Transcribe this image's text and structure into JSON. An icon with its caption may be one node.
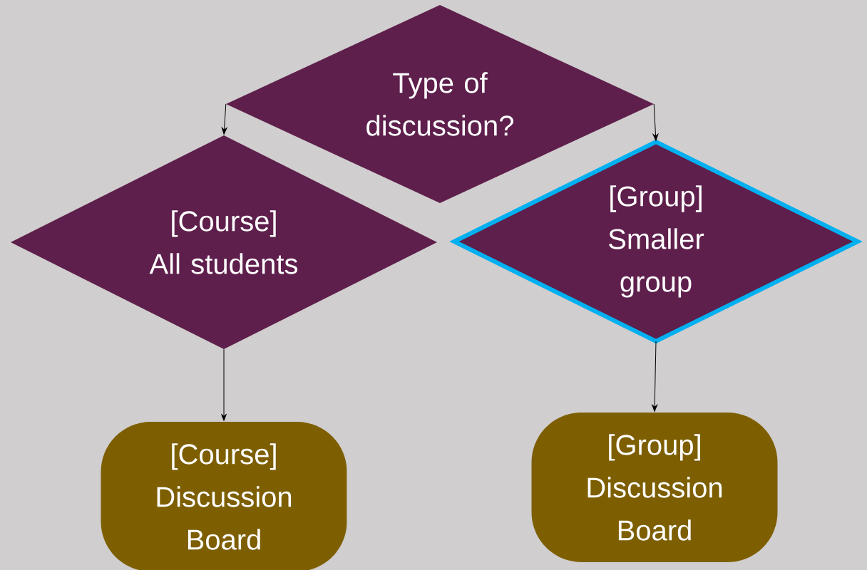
{
  "diagram": {
    "nodes": [
      {
        "text": [
          "Type of discussion?"
        ]
      },
      {
        "text": [
          "[Course]",
          "All students"
        ]
      },
      {
        "text": [
          "[Group]",
          "Smaller group"
        ]
      },
      {
        "text": [
          "[Course]",
          "Discussion Board"
        ]
      },
      {
        "text": [
          "[Group]",
          "Discussion Board"
        ]
      }
    ],
    "edges": [
      {
        "from": 0,
        "to": 1,
        "arrow": "to"
      },
      {
        "from": 0,
        "to": 2,
        "arrow": "to"
      },
      {
        "from": 1,
        "to": 3,
        "arrow": "to"
      },
      {
        "from": 2,
        "to": 4,
        "arrow": "to"
      }
    ]
  }
}
